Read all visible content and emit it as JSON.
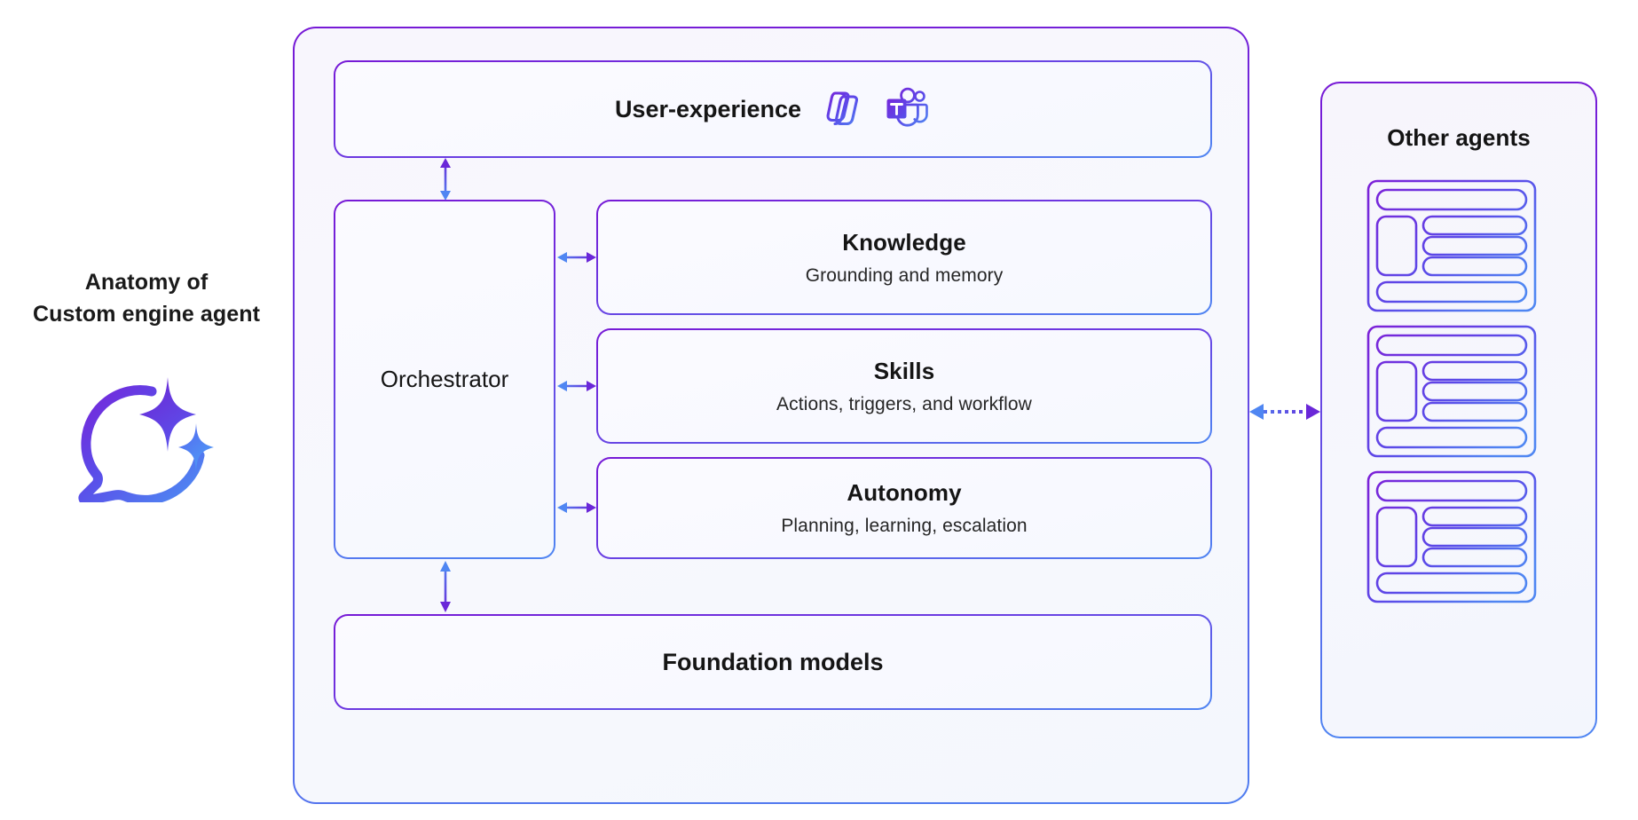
{
  "left_label": {
    "line1": "Anatomy of",
    "line2": "Custom engine agent",
    "icon": "agent-sparkle-chat-icon"
  },
  "main": {
    "user_experience": {
      "title": "User-experience",
      "icons": [
        "microsoft-copilot-icon",
        "microsoft-teams-icon"
      ]
    },
    "orchestrator": {
      "title": "Orchestrator"
    },
    "pillars": [
      {
        "title": "Knowledge",
        "subtitle": "Grounding and memory"
      },
      {
        "title": "Skills",
        "subtitle": "Actions, triggers, and workflow"
      },
      {
        "title": "Autonomy",
        "subtitle": "Planning, learning, escalation"
      }
    ],
    "foundation": {
      "title": "Foundation models"
    }
  },
  "other_agents": {
    "title": "Other agents",
    "cards": [
      "agent-card",
      "agent-card",
      "agent-card"
    ]
  },
  "connectors": {
    "ux_to_orchestrator": "vertical-double-arrow",
    "orchestrator_to_knowledge": "horizontal-double-arrow",
    "orchestrator_to_skills": "horizontal-double-arrow",
    "orchestrator_to_autonomy": "horizontal-double-arrow",
    "orchestrator_to_foundation": "vertical-double-arrow",
    "main_to_other_agents": "dotted-horizontal-double-arrow"
  },
  "colors": {
    "purple": "#7719d6",
    "violet": "#5b4ae8",
    "blue": "#4f86f2",
    "panel_bg": "#f7f6fd",
    "text": "#151515"
  }
}
